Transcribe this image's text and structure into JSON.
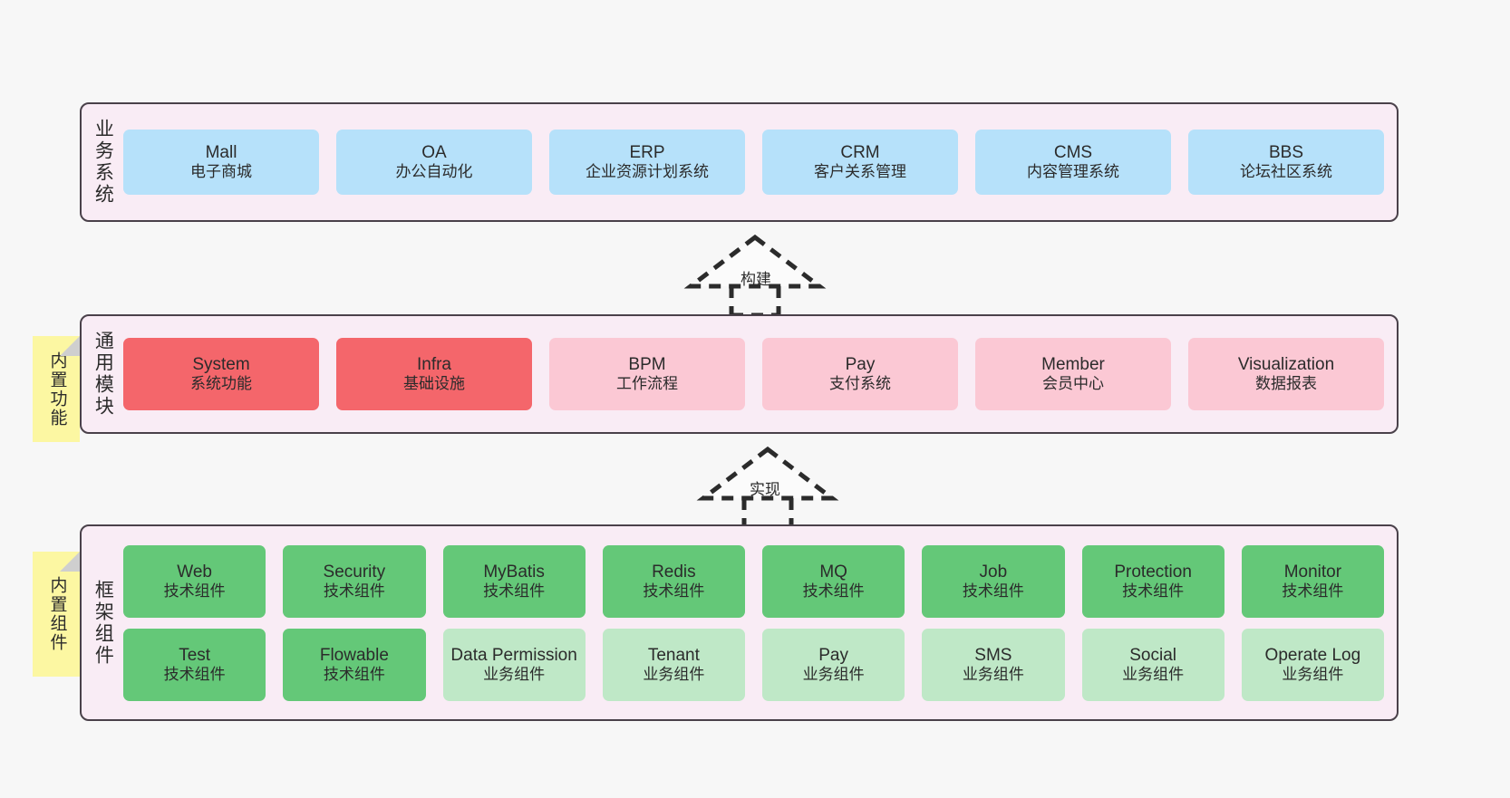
{
  "diagram": {
    "background_color": "#f7f7f7",
    "layer_fill": "#f9ecf5",
    "layer_border": "#4a414a"
  },
  "layers": [
    {
      "id": "business",
      "title": "业务系统",
      "rows": [
        {
          "cards": [
            {
              "name": "Mall",
              "sub": "电子商城",
              "color": "#b6e1fa",
              "style": "c-blue"
            },
            {
              "name": "OA",
              "sub": "办公自动化",
              "color": "#b6e1fa",
              "style": "c-blue"
            },
            {
              "name": "ERP",
              "sub": "企业资源计划系统",
              "color": "#b6e1fa",
              "style": "c-blue"
            },
            {
              "name": "CRM",
              "sub": "客户关系管理",
              "color": "#b6e1fa",
              "style": "c-blue"
            },
            {
              "name": "CMS",
              "sub": "内容管理系统",
              "color": "#b6e1fa",
              "style": "c-blue"
            },
            {
              "name": "BBS",
              "sub": "论坛社区系统",
              "color": "#b6e1fa",
              "style": "c-blue"
            }
          ]
        }
      ]
    },
    {
      "id": "modules",
      "title": "通用模块",
      "note": "内置功能",
      "rows": [
        {
          "cards": [
            {
              "name": "System",
              "sub": "系统功能",
              "color": "#f4666b",
              "style": "c-red"
            },
            {
              "name": "Infra",
              "sub": "基础设施",
              "color": "#f4666b",
              "style": "c-red"
            },
            {
              "name": "BPM",
              "sub": "工作流程",
              "color": "#fbc8d4",
              "style": "c-pink"
            },
            {
              "name": "Pay",
              "sub": "支付系统",
              "color": "#fbc8d4",
              "style": "c-pink"
            },
            {
              "name": "Member",
              "sub": "会员中心",
              "color": "#fbc8d4",
              "style": "c-pink"
            },
            {
              "name": "Visualization",
              "sub": "数据报表",
              "color": "#fbc8d4",
              "style": "c-pink"
            }
          ]
        }
      ]
    },
    {
      "id": "framework",
      "title": "框架组件",
      "note": "内置组件",
      "rows": [
        {
          "cards": [
            {
              "name": "Web",
              "sub": "技术组件",
              "color": "#64c878",
              "style": "c-green"
            },
            {
              "name": "Security",
              "sub": "技术组件",
              "color": "#64c878",
              "style": "c-green"
            },
            {
              "name": "MyBatis",
              "sub": "技术组件",
              "color": "#64c878",
              "style": "c-green"
            },
            {
              "name": "Redis",
              "sub": "技术组件",
              "color": "#64c878",
              "style": "c-green"
            },
            {
              "name": "MQ",
              "sub": "技术组件",
              "color": "#64c878",
              "style": "c-green"
            },
            {
              "name": "Job",
              "sub": "技术组件",
              "color": "#64c878",
              "style": "c-green"
            },
            {
              "name": "Protection",
              "sub": "技术组件",
              "color": "#64c878",
              "style": "c-green"
            },
            {
              "name": "Monitor",
              "sub": "技术组件",
              "color": "#64c878",
              "style": "c-green"
            }
          ]
        },
        {
          "cards": [
            {
              "name": "Test",
              "sub": "技术组件",
              "color": "#64c878",
              "style": "c-green"
            },
            {
              "name": "Flowable",
              "sub": "技术组件",
              "color": "#64c878",
              "style": "c-green"
            },
            {
              "name": "Data Permission",
              "sub": "业务组件",
              "color": "#bfe8c7",
              "style": "c-lgreen"
            },
            {
              "name": "Tenant",
              "sub": "业务组件",
              "color": "#bfe8c7",
              "style": "c-lgreen"
            },
            {
              "name": "Pay",
              "sub": "业务组件",
              "color": "#bfe8c7",
              "style": "c-lgreen"
            },
            {
              "name": "SMS",
              "sub": "业务组件",
              "color": "#bfe8c7",
              "style": "c-lgreen"
            },
            {
              "name": "Social",
              "sub": "业务组件",
              "color": "#bfe8c7",
              "style": "c-lgreen"
            },
            {
              "name": "Operate Log",
              "sub": "业务组件",
              "color": "#bfe8c7",
              "style": "c-lgreen"
            }
          ]
        }
      ]
    }
  ],
  "arrows": [
    {
      "id": "build",
      "label": "构建",
      "style": "dashed-generalization",
      "direction": "up"
    },
    {
      "id": "impl",
      "label": "实现",
      "style": "dashed-generalization",
      "direction": "up"
    }
  ]
}
